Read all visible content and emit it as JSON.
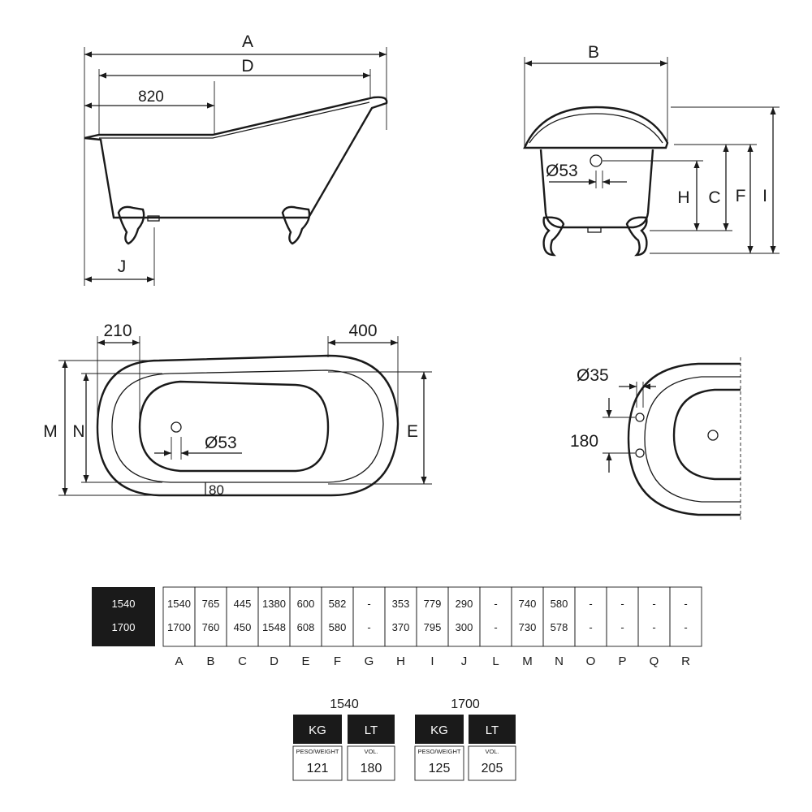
{
  "side_view": {
    "labels": {
      "A": "A",
      "D": "D",
      "dim_820": "820",
      "J": "J"
    }
  },
  "end_view": {
    "labels": {
      "B": "B",
      "diam": "Ø53",
      "H": "H",
      "C": "C",
      "F": "F",
      "I": "I"
    }
  },
  "top_view": {
    "labels": {
      "dim_210": "210",
      "dim_400": "400",
      "M": "M",
      "N": "N",
      "E": "E",
      "diam": "Ø53",
      "dim_80": "80"
    }
  },
  "detail_view": {
    "labels": {
      "diam": "Ø35",
      "dim_180": "180"
    }
  },
  "spec_table": {
    "models": [
      "1540",
      "1700"
    ],
    "columns": [
      "A",
      "B",
      "C",
      "D",
      "E",
      "F",
      "G",
      "H",
      "I",
      "J",
      "L",
      "M",
      "N",
      "O",
      "P",
      "Q",
      "R"
    ],
    "rows": [
      [
        "1540",
        "765",
        "445",
        "1380",
        "600",
        "582",
        "-",
        "353",
        "779",
        "290",
        "-",
        "740",
        "580",
        "-",
        "-",
        "-",
        "-"
      ],
      [
        "1700",
        "760",
        "450",
        "1548",
        "608",
        "580",
        "-",
        "370",
        "795",
        "300",
        "-",
        "730",
        "578",
        "-",
        "-",
        "-",
        "-"
      ]
    ]
  },
  "capacity": [
    {
      "model": "1540",
      "kg_label": "KG",
      "lt_label": "LT",
      "weight_caption": "PESO/WEIGHT",
      "vol_caption": "VOL.",
      "weight": "121",
      "volume": "180"
    },
    {
      "model": "1700",
      "kg_label": "KG",
      "lt_label": "LT",
      "weight_caption": "PESO/WEIGHT",
      "vol_caption": "VOL.",
      "weight": "125",
      "volume": "205"
    }
  ],
  "colors": {
    "line": "#1a1a1a",
    "header_fill": "#1a1a1a",
    "background": "#ffffff"
  }
}
